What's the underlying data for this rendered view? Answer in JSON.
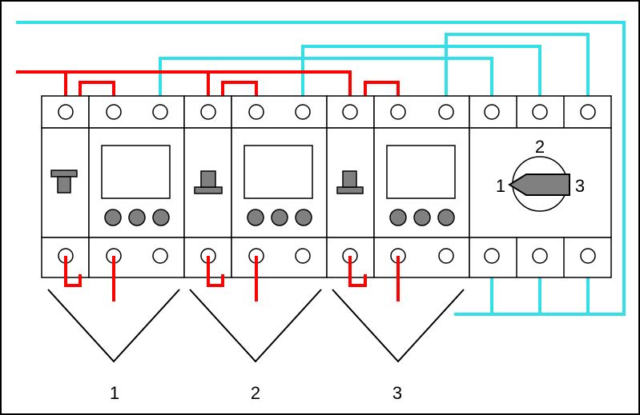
{
  "colors": {
    "phase_wire": "#ff0000",
    "neutral_wire": "#33e0e8",
    "outline": "#000000",
    "button": "#808080",
    "background": "#ffffff"
  },
  "group_labels": [
    "1",
    "2",
    "3"
  ],
  "switch": {
    "position_left": "1",
    "position_top": "2",
    "position_right": "3"
  }
}
